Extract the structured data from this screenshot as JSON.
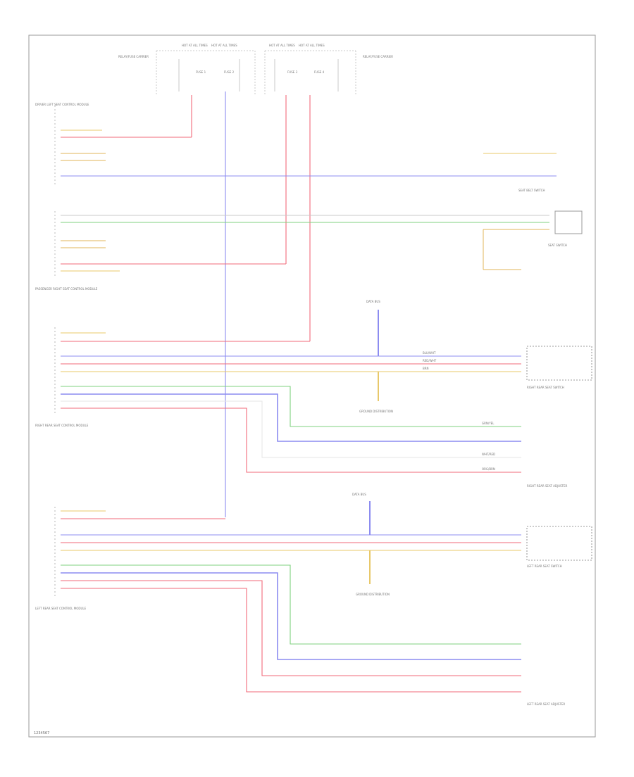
{
  "footer_code": "1234567",
  "colors": {
    "frame": "#9a9a9a",
    "red": "#f26a7a",
    "blue": "#8c8cf0",
    "green": "#7fd27f",
    "yellow": "#e8c86a",
    "orange": "#e2b45a",
    "gray": "#c8c8c8",
    "label": "#888888"
  },
  "fuse_panels": {
    "left": {
      "top_labels": [
        "HOT AT ALL TIMES",
        "HOT AT ALL TIMES"
      ],
      "side_label": "RELAY/FUSE CARRIER",
      "fuses": [
        "FUSE 1",
        "FUSE 2"
      ]
    },
    "right": {
      "top_labels": [
        "HOT AT ALL TIMES",
        "HOT AT ALL TIMES"
      ],
      "side_label": "RELAY/FUSE CARRIER",
      "fuses": [
        "FUSE 3",
        "FUSE 4"
      ]
    }
  },
  "components": {
    "driver_left_module": "DRIVER LEFT SEAT CONTROL MODULE",
    "passenger_right_module": "PASSENGER RIGHT SEAT CONTROL MODULE",
    "right_rear_module": "RIGHT REAR SEAT CONTROL MODULE",
    "left_rear_module": "LEFT REAR SEAT CONTROL MODULE",
    "seat_belt_switch": "SEAT BELT SWITCH",
    "rear_switch": "SEAT SWITCH",
    "right_rear_seat_switch": "RIGHT REAR SEAT SWITCH",
    "left_rear_seat_switch": "LEFT REAR SEAT SWITCH",
    "right_rear_adjuster": "RIGHT REAR SEAT ADJUSTER",
    "left_rear_adjuster": "LEFT REAR SEAT ADJUSTER",
    "ground_distribution": "GROUND DISTRIBUTION",
    "data_bus": "DATA BUS"
  },
  "wire_labels": {
    "red_wht": "RED/WHT",
    "blu_wht": "BLU/WHT",
    "brn": "BRN",
    "grn_yel": "GRN/YEL",
    "wht_red": "WHT/RED",
    "org_brn": "ORG/BRN"
  }
}
